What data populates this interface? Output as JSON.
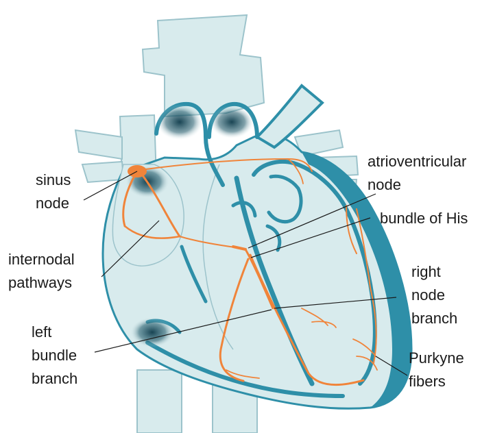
{
  "labels": {
    "sinus_node": [
      "sinus",
      "node"
    ],
    "internodal_pathways": [
      "internodal",
      "pathways"
    ],
    "left_bundle_branch": [
      "left",
      "bundle",
      "branch"
    ],
    "atrioventricular_node": [
      "atrioventricular",
      "node"
    ],
    "bundle_of_his": [
      "bundle of His"
    ],
    "right_node_branch": [
      "right",
      "node",
      "branch"
    ],
    "purkyne_fibers": [
      "Purkyne",
      "fibers"
    ]
  },
  "colors": {
    "tissue_fill": "#d8ebed",
    "tissue_outline": "#9cc3cb",
    "wall": "#2e8fa8",
    "conduction": "#f0843a",
    "shadow": "#0d3a4a",
    "text": "#1a1a1a"
  }
}
